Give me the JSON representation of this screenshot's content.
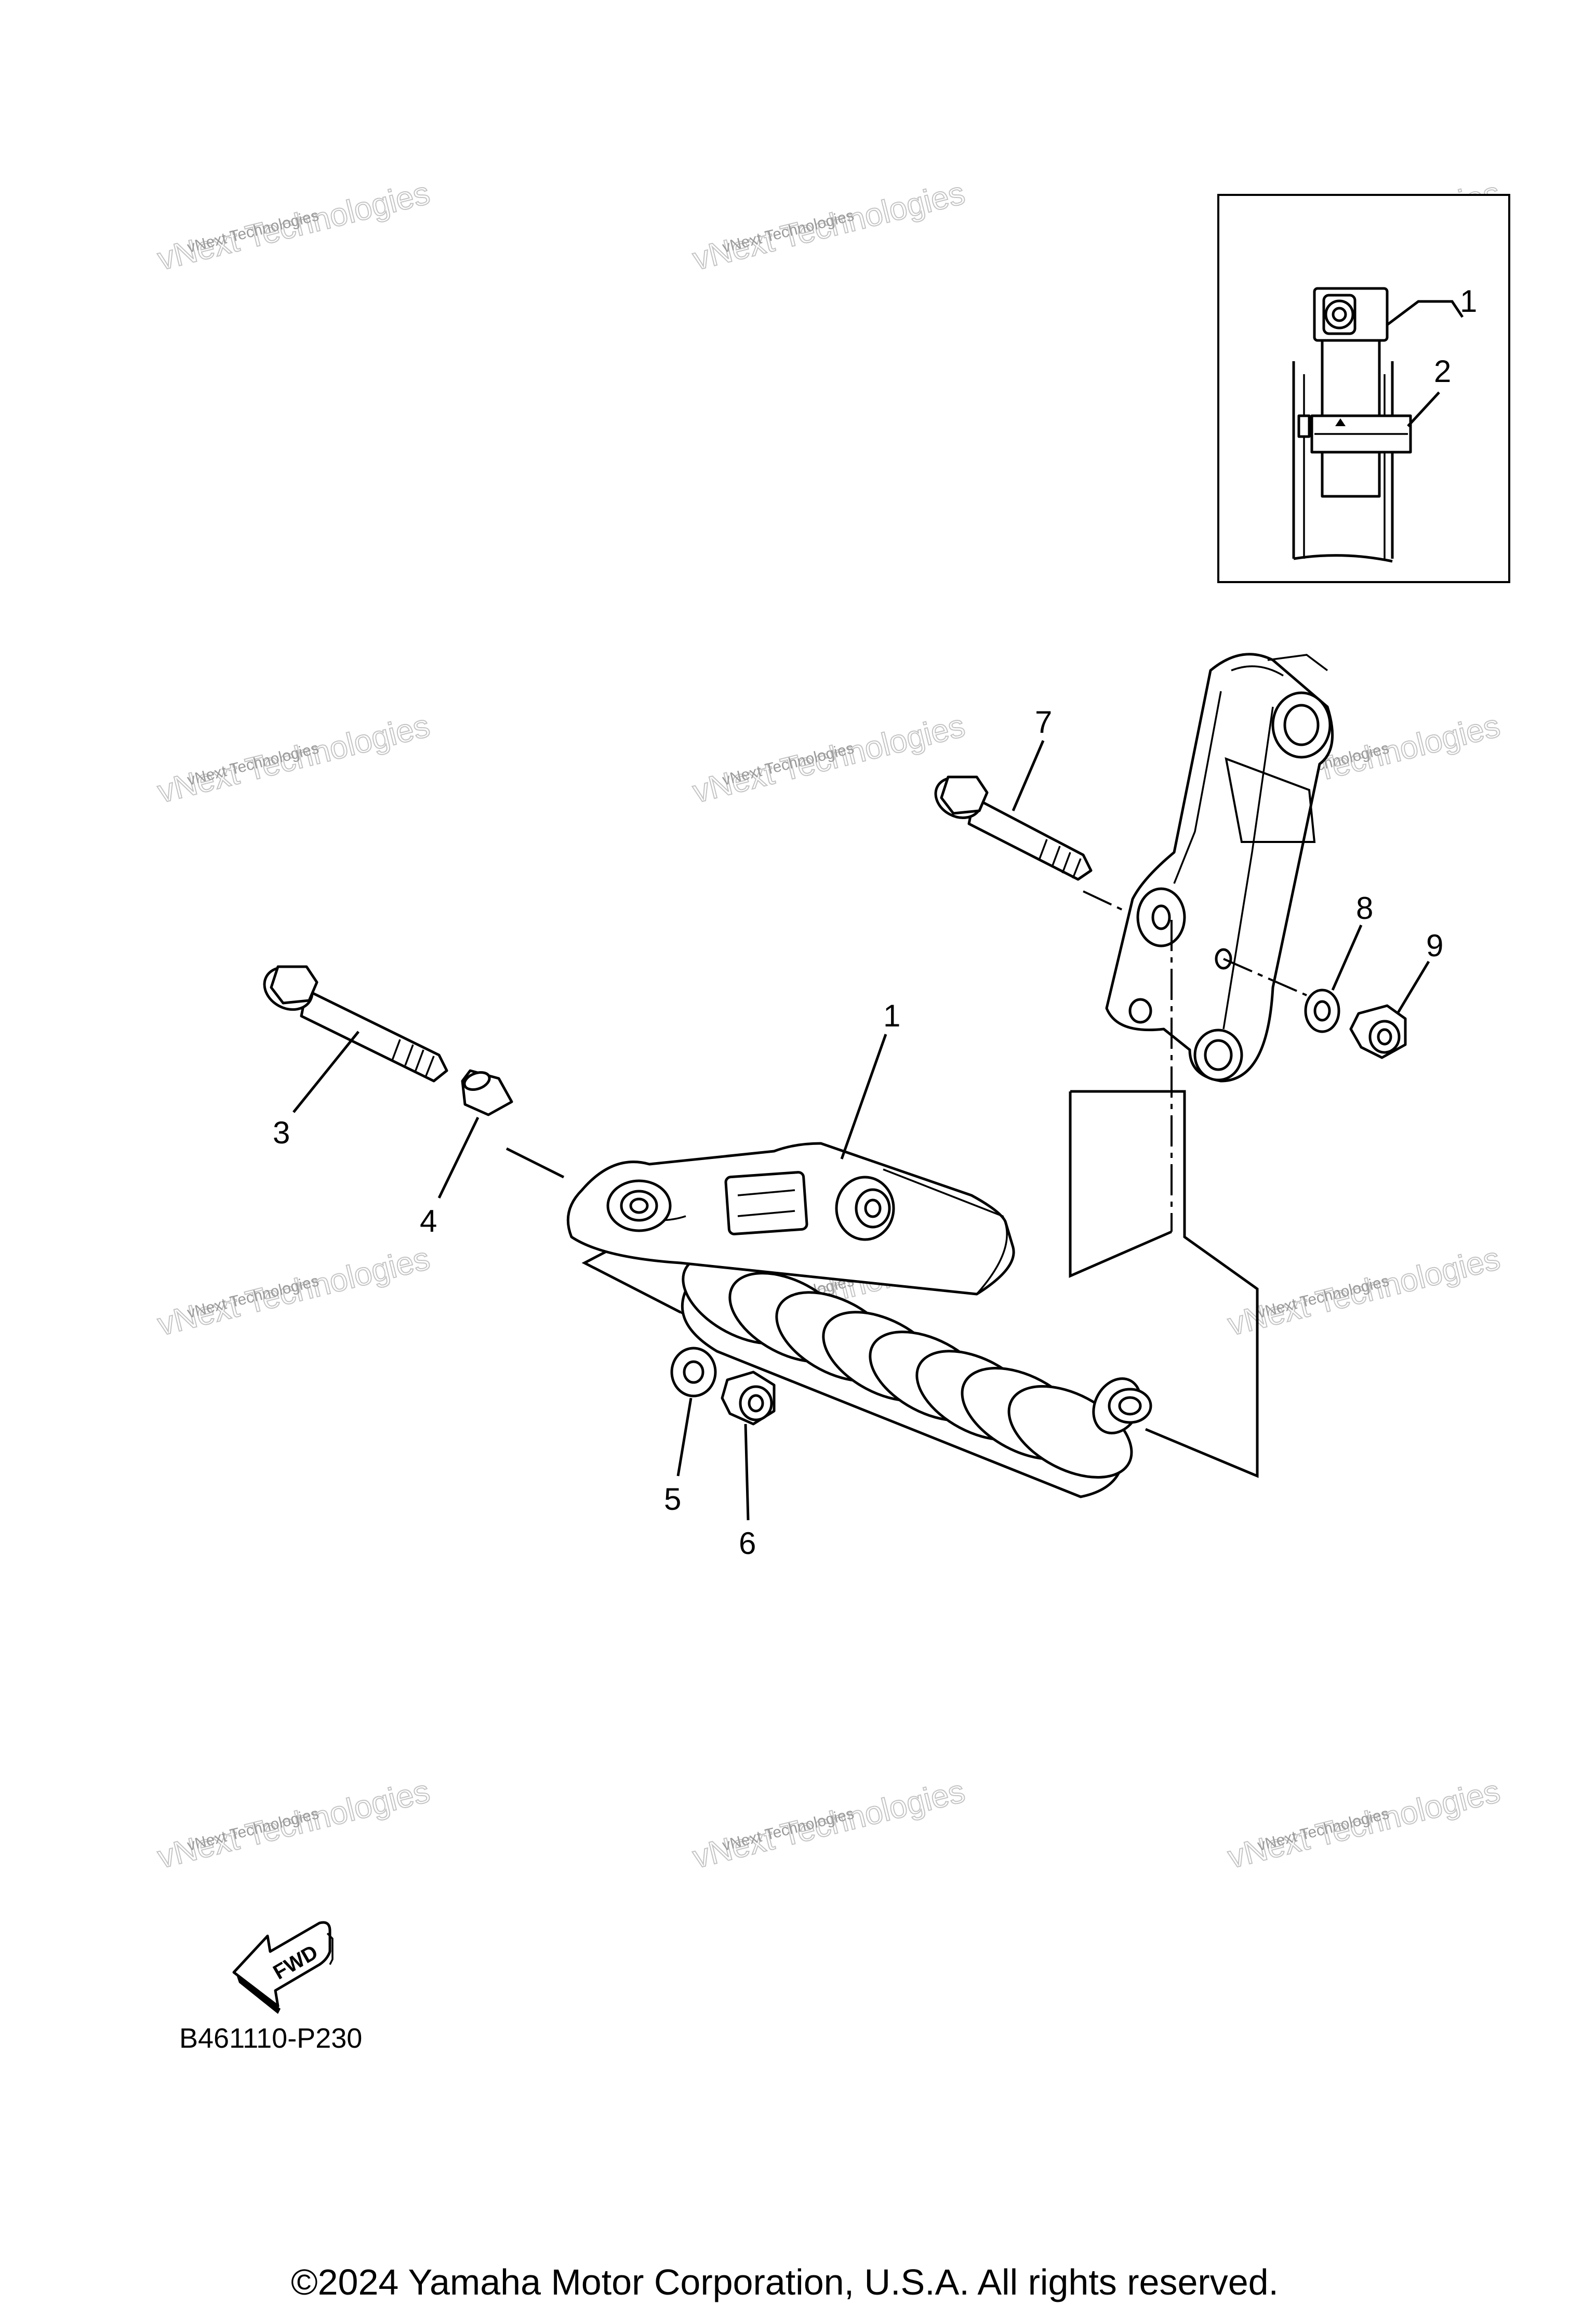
{
  "diagram": {
    "callouts": [
      "1",
      "2",
      "3",
      "4",
      "5",
      "6",
      "7",
      "8",
      "9"
    ],
    "inset_callouts": [
      "1",
      "2"
    ],
    "fwd_label": "FWD",
    "diagram_code": "B461110-P230",
    "copyright": "©2024 Yamaha Motor Corporation, U.S.A. All rights reserved.",
    "watermark": {
      "line1": "vNext Technologies",
      "line2": "vNext Technologies"
    }
  }
}
